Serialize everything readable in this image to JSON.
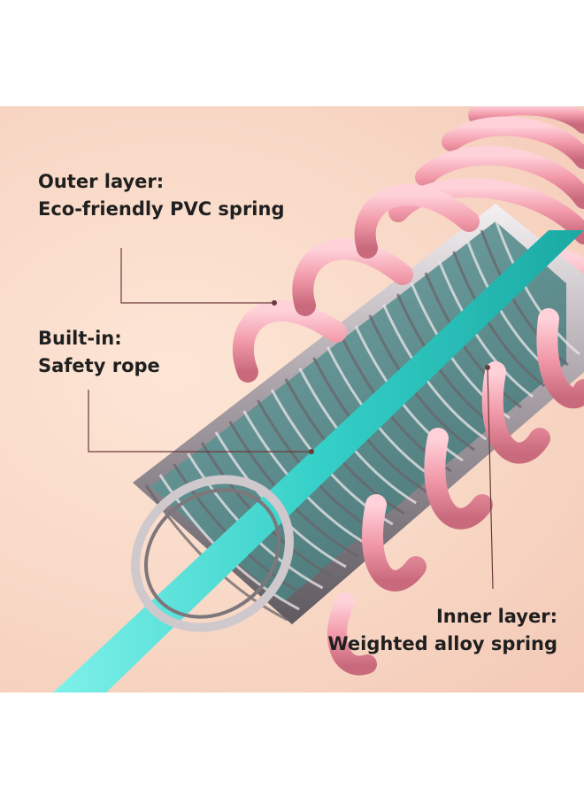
{
  "labels": {
    "outer": {
      "line1": "Outer layer:",
      "line2": "Eco-friendly PVC spring"
    },
    "builtin": {
      "line1": "Built-in:",
      "line2": "Safety rope"
    },
    "inner": {
      "line1": "Inner layer:",
      "line2": "Weighted alloy spring"
    }
  },
  "colors": {
    "background": "#f8d6c4",
    "pvc_spring": "#f29aaa",
    "alloy_spring": "#b9b1b6",
    "safety_rope": "#3fd6cf",
    "leader_line": "#6b3a3a",
    "text": "#1f1f1f"
  }
}
